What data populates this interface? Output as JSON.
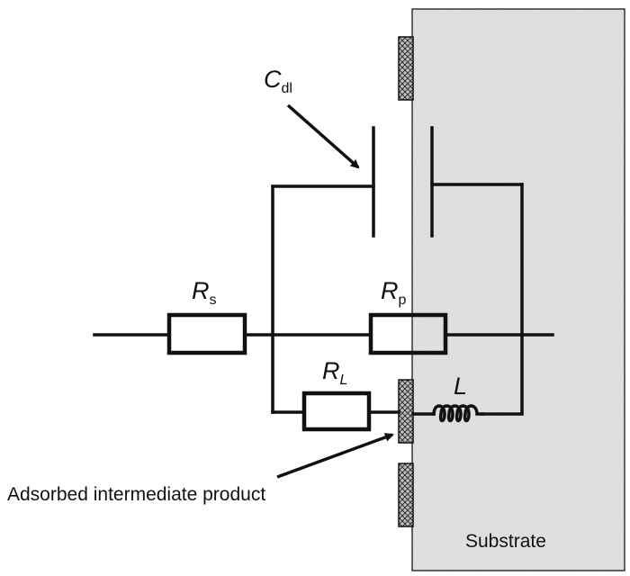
{
  "diagram": {
    "labels": {
      "cdl": {
        "main": "C",
        "sub": "dl"
      },
      "rs": {
        "main": "R",
        "sub": "s"
      },
      "rp": {
        "main": "R",
        "sub": "p"
      },
      "rl": {
        "main": "R",
        "sub": "L"
      },
      "l": {
        "main": "L"
      }
    },
    "callouts": {
      "adsorbed": "Adsorbed intermediate product",
      "substrate": "Substrate"
    }
  }
}
